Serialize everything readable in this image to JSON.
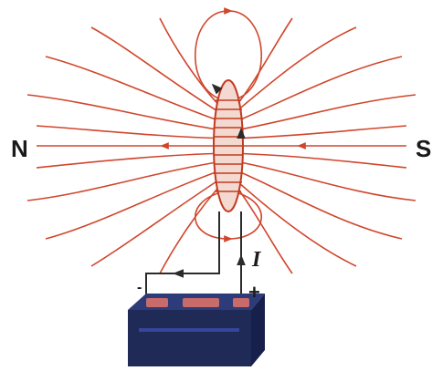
{
  "labels": {
    "north_pole": "N",
    "south_pole": "S",
    "current_symbol": "I",
    "battery_positive": "+",
    "battery_negative": "-"
  },
  "colors": {
    "field_line": "#d0462c",
    "coil": "#c23b22",
    "wire": "#2b2b2b",
    "battery_body": "#1f2a56",
    "battery_top": "#2d3b78",
    "terminal": "#c86b6b"
  },
  "icons": {
    "battery": "battery-icon",
    "coil": "coil-icon"
  }
}
